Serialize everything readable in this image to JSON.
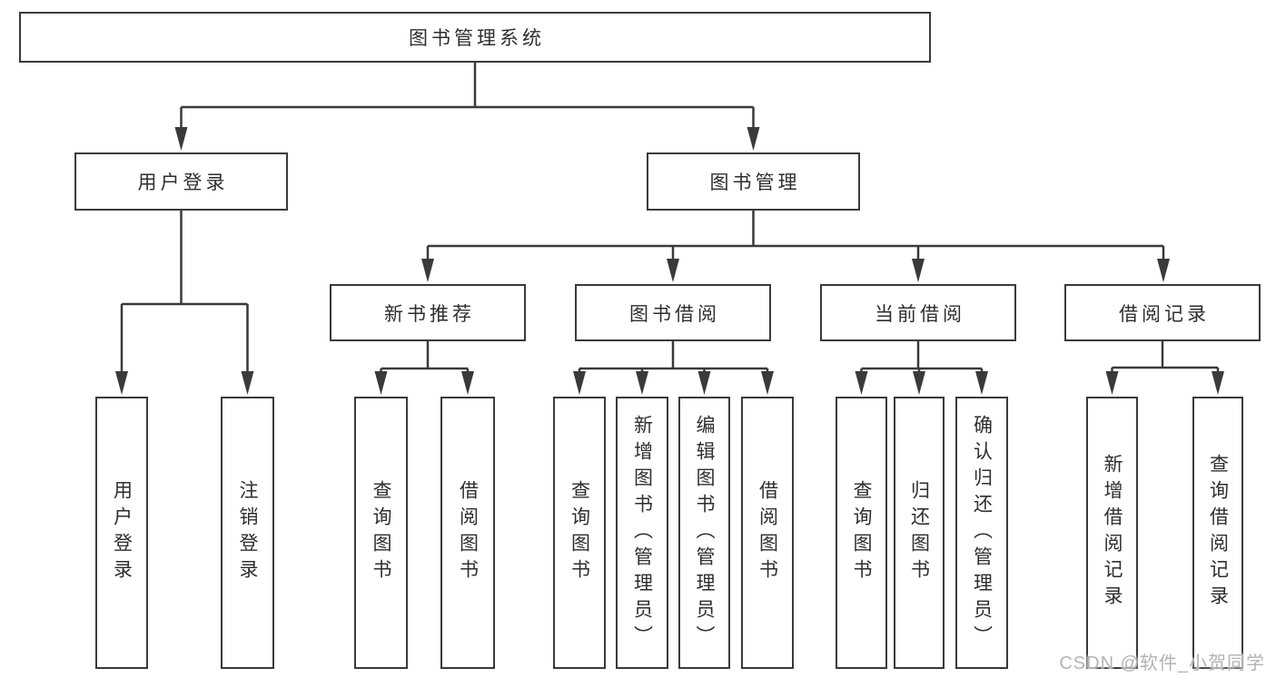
{
  "diagram": {
    "title": "图书管理系统",
    "root": {
      "label": "图书管理系统"
    },
    "level2": [
      {
        "label": "用户登录"
      },
      {
        "label": "图书管理"
      }
    ],
    "level3": [
      {
        "label": "新书推荐",
        "parent": "图书管理"
      },
      {
        "label": "图书借阅",
        "parent": "图书管理"
      },
      {
        "label": "当前借阅",
        "parent": "图书管理"
      },
      {
        "label": "借阅记录",
        "parent": "图书管理"
      }
    ],
    "leaves": [
      {
        "label": "用户登录",
        "parent": "用户登录"
      },
      {
        "label": "注销登录",
        "parent": "用户登录"
      },
      {
        "label": "查询图书",
        "parent": "新书推荐"
      },
      {
        "label": "借阅图书",
        "parent": "新书推荐"
      },
      {
        "label": "查询图书",
        "parent": "图书借阅"
      },
      {
        "label": "新增图书（管理员）",
        "parent": "图书借阅"
      },
      {
        "label": "编辑图书（管理员）",
        "parent": "图书借阅"
      },
      {
        "label": "借阅图书",
        "parent": "图书借阅"
      },
      {
        "label": "查询图书",
        "parent": "当前借阅"
      },
      {
        "label": "归还图书",
        "parent": "当前借阅"
      },
      {
        "label": "确认归还（管理员）",
        "parent": "当前借阅"
      },
      {
        "label": "新增借阅记录",
        "parent": "借阅记录"
      },
      {
        "label": "查询借阅记录",
        "parent": "借阅记录"
      }
    ],
    "watermark": "CSDN @软件_小贺同学",
    "colors": {
      "line": "#3a3a3a",
      "text": "#2e2e2e",
      "watermark": "#b3b3b3",
      "background": "#ffffff"
    }
  }
}
